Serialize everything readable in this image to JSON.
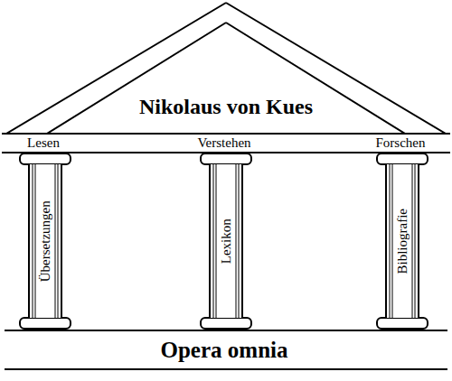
{
  "diagram": {
    "nodes": [
      {
        "text": [
          "Nikolaus von Kues"
        ]
      },
      {
        "text": [
          "Lesen",
          "Verstehen",
          "Forschen"
        ]
      },
      {
        "text": [
          "Übersetzungen"
        ]
      },
      {
        "text": [
          "Lexikon"
        ]
      },
      {
        "text": [
          "Bibliografie"
        ]
      },
      {
        "text": [
          "Opera omnia"
        ]
      }
    ]
  }
}
